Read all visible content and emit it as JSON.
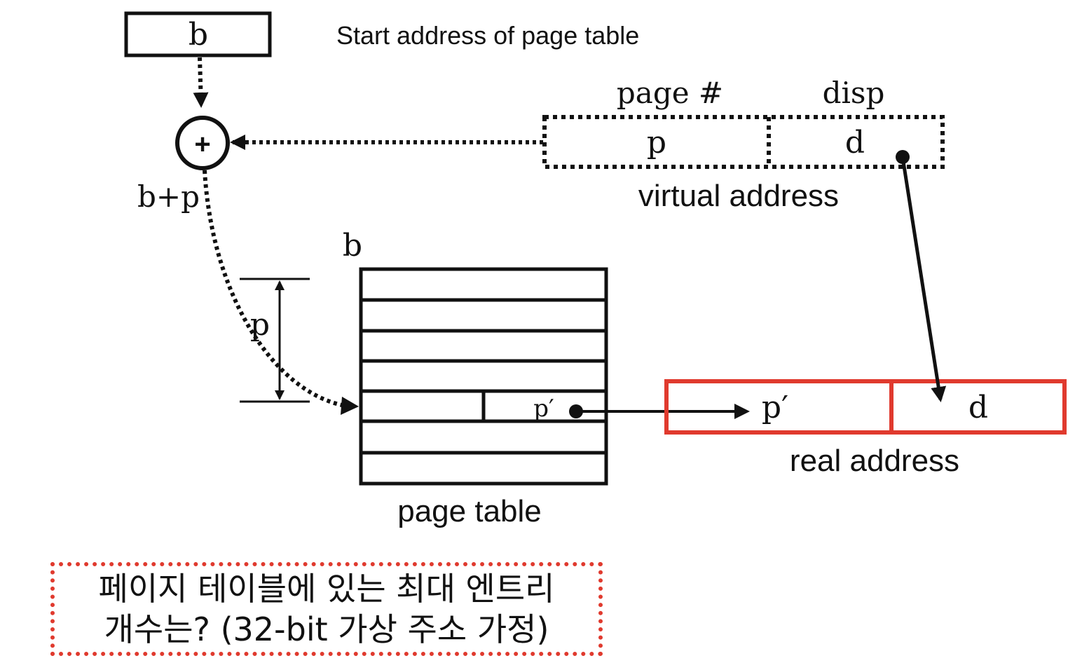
{
  "colors": {
    "ink": "#111111",
    "accent_red": "#e03a2e"
  },
  "labels": {
    "b_register": "b",
    "start_address_caption": "Start address of page table",
    "adder_symbol": "+",
    "b_plus_p": "b+p",
    "page_number_header": "page #",
    "disp_header": "disp",
    "virtual_page_field": "p",
    "virtual_disp_field": "d",
    "virtual_address_caption": "virtual address",
    "table_base_label": "b",
    "offset_label": "p",
    "frame_entry": "p′",
    "real_frame_field": "p′",
    "real_disp_field": "d",
    "real_address_caption": "real address",
    "page_table_caption": "page table"
  },
  "question": {
    "line1": "페이지 테이블에 있는 최대 엔트리",
    "line2": "개수는? (32-bit 가상 주소 가정)"
  },
  "icons": {
    "adder": "plus-circle-icon"
  }
}
